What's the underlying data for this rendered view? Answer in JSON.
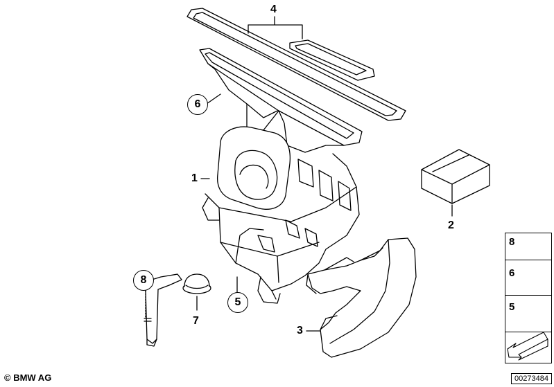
{
  "callouts": {
    "c1": "1",
    "c2": "2",
    "c3": "3",
    "c4": "4",
    "c5": "5",
    "c6": "6",
    "c7": "7",
    "c8": "8"
  },
  "legend": {
    "item_8": "8",
    "item_6": "6",
    "item_5": "5"
  },
  "footer": {
    "copyright": "© BMW AG",
    "doc_number": "00273484"
  }
}
